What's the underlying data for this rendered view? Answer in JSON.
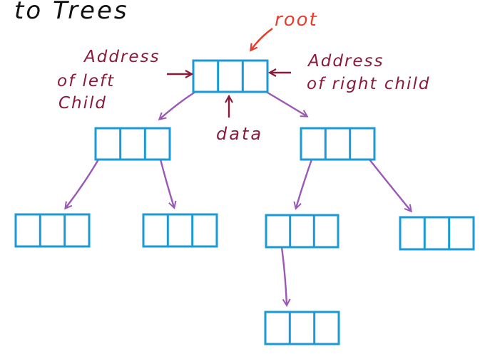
{
  "heading": "to Trees",
  "labels": {
    "root": "root",
    "left_child_line1": "Address",
    "left_child_line2": "of left",
    "left_child_line3": "Child",
    "right_child_line1": "Address",
    "right_child_line2": "of right child",
    "data": "data"
  },
  "colors": {
    "node_stroke": "#1a9ad6",
    "edge": "#9b59b6",
    "annotation": "#8b1a3a",
    "root_label": "#e53e2e",
    "heading": "#111111"
  },
  "tree": {
    "nodes": [
      {
        "id": "root"
      },
      {
        "id": "n1"
      },
      {
        "id": "n2"
      },
      {
        "id": "n3"
      },
      {
        "id": "n4"
      },
      {
        "id": "n5"
      },
      {
        "id": "n6"
      },
      {
        "id": "n7"
      }
    ],
    "edges": [
      {
        "from": "root",
        "to": "n1"
      },
      {
        "from": "root",
        "to": "n2"
      },
      {
        "from": "n1",
        "to": "n3"
      },
      {
        "from": "n1",
        "to": "n4"
      },
      {
        "from": "n2",
        "to": "n5"
      },
      {
        "from": "n2",
        "to": "n6"
      },
      {
        "from": "n5",
        "to": "n7"
      }
    ]
  }
}
